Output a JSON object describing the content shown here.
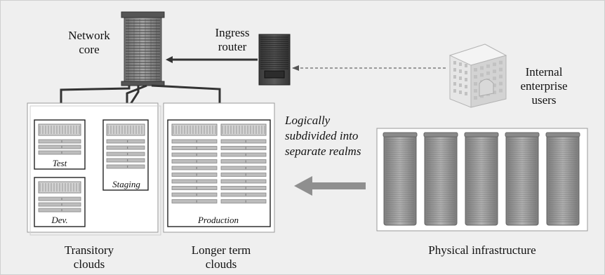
{
  "labels": {
    "network_core": "Network core",
    "ingress_router": "Ingress router",
    "internal_users": "Internal enterprise users",
    "logically": "Logically subdivided into separate realms",
    "transitory": "Transitory clouds",
    "longer_term": "Longer term clouds",
    "physical": "Physical infrastructure"
  },
  "realms": {
    "test": "Test",
    "dev": "Dev.",
    "staging": "Staging",
    "production": "Production"
  },
  "icons": {
    "network_core": "network-core-switch-icon",
    "ingress_router": "ingress-router-icon",
    "internal_users": "enterprise-building-icon",
    "physical_racks": "server-rack-icon"
  },
  "colors": {
    "background": "#efefef",
    "arrow": "#333333",
    "big_arrow": "#8f8f8f",
    "rack": "#9a9a9a"
  }
}
